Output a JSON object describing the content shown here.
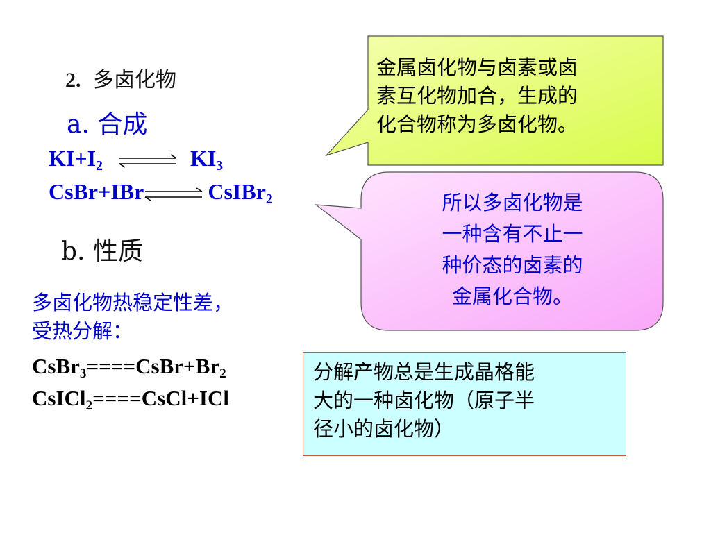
{
  "heading": {
    "number": "2.",
    "title": "多卤化物"
  },
  "section_a": {
    "prefix": "a.",
    "title": "合成"
  },
  "section_b": {
    "prefix": "b.",
    "title": "性质"
  },
  "synthesis_equations": [
    {
      "left": "KI+I",
      "left_sub": "2",
      "right": "KI",
      "right_sub": "3"
    },
    {
      "left": "CsBr+IBr",
      "left_sub": "",
      "right": "CsIBr",
      "right_sub": "2"
    }
  ],
  "properties": {
    "line1": "多卤化物热稳定性差，",
    "line2": "受热分解："
  },
  "decomposition_equations": [
    {
      "a": "CsBr",
      "a_sub": "3",
      "rest": "====CsBr+Br",
      "rest_sub": "2"
    },
    {
      "a": "CsICl",
      "a_sub": "2",
      "rest": "====CsCl+ICl",
      "rest_sub": ""
    }
  ],
  "callout_green": {
    "lines": [
      "金属卤化物与卤素或卤",
      "素互化物加合，生成的",
      "化合物称为多卤化物。"
    ],
    "fill": "#e6ff66"
  },
  "callout_pink": {
    "lines": [
      "所以多卤化物是",
      "一种含有不止一",
      "种价态的卤素的",
      "金属化合物。"
    ],
    "fill": "#ffccff"
  },
  "box_cyan": {
    "lines": [
      "分解产物总是生成晶格能",
      "大的一种卤化物（原子半",
      "径小的卤化物）"
    ],
    "fill": "#ccffff"
  }
}
